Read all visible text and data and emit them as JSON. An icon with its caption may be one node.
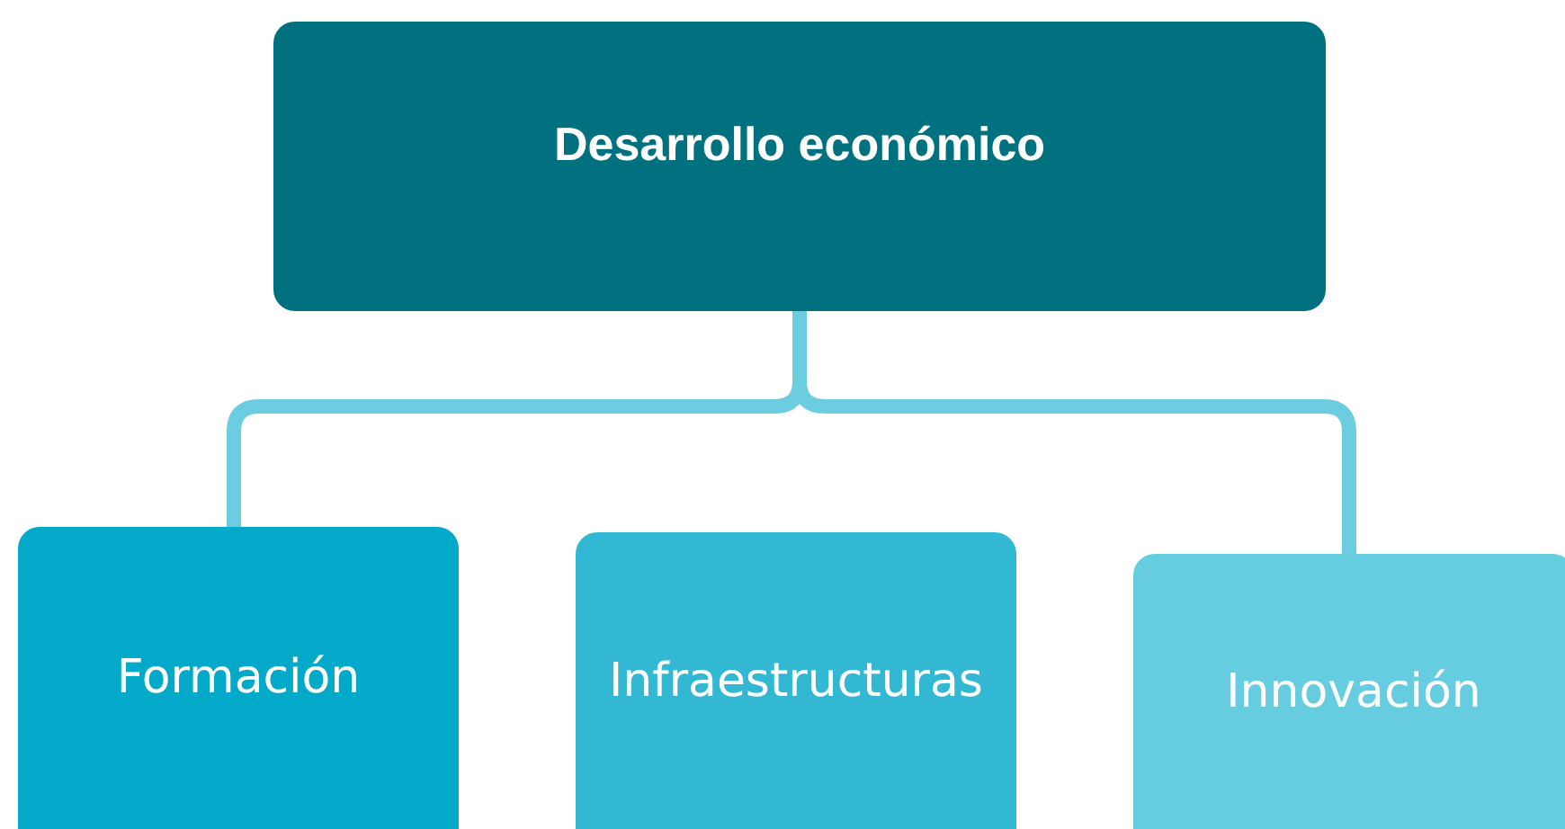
{
  "diagram": {
    "nodes": [
      {
        "text": [
          "Desarrollo económico"
        ]
      },
      {
        "text": [
          "Formación"
        ]
      },
      {
        "text": [
          "Infraestructuras"
        ]
      },
      {
        "text": [
          "Innovación"
        ]
      }
    ],
    "edges": [
      {
        "from": 0,
        "to": 1,
        "arrow": "none"
      },
      {
        "from": 0,
        "to": 3,
        "arrow": "none"
      }
    ]
  }
}
